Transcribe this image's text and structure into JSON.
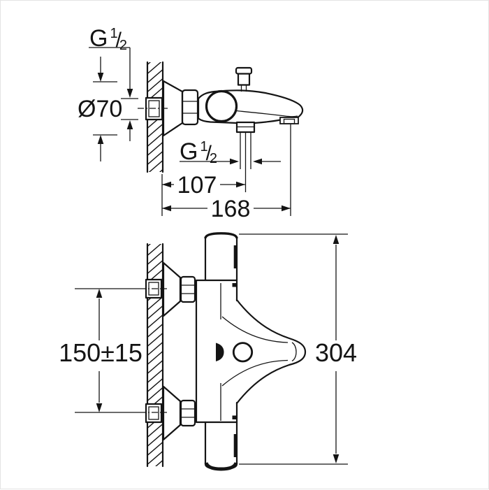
{
  "image": {
    "background": "#ffffff",
    "line_color": "#141414",
    "frame_color": "#e4e4e4"
  },
  "side_view": {
    "inlet_thread_label": {
      "prefix": "G",
      "numerator": "1",
      "slash": "/",
      "denominator": "2"
    },
    "escutcheon_diameter_label": "Ø70",
    "outlet_thread_label": {
      "prefix": "G",
      "numerator": "1",
      "slash": "/",
      "denominator": "2"
    },
    "outlet_offset_label": "107",
    "spout_reach_label": "168"
  },
  "front_view": {
    "connection_centers_label": "150±15",
    "overall_length_label": "304"
  }
}
